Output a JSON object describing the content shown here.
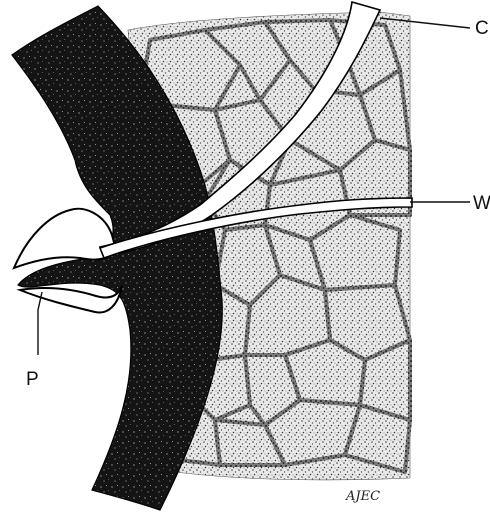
{
  "labels": {
    "c": "C",
    "w": "W",
    "p": "P"
  },
  "signature": "AJEC"
}
